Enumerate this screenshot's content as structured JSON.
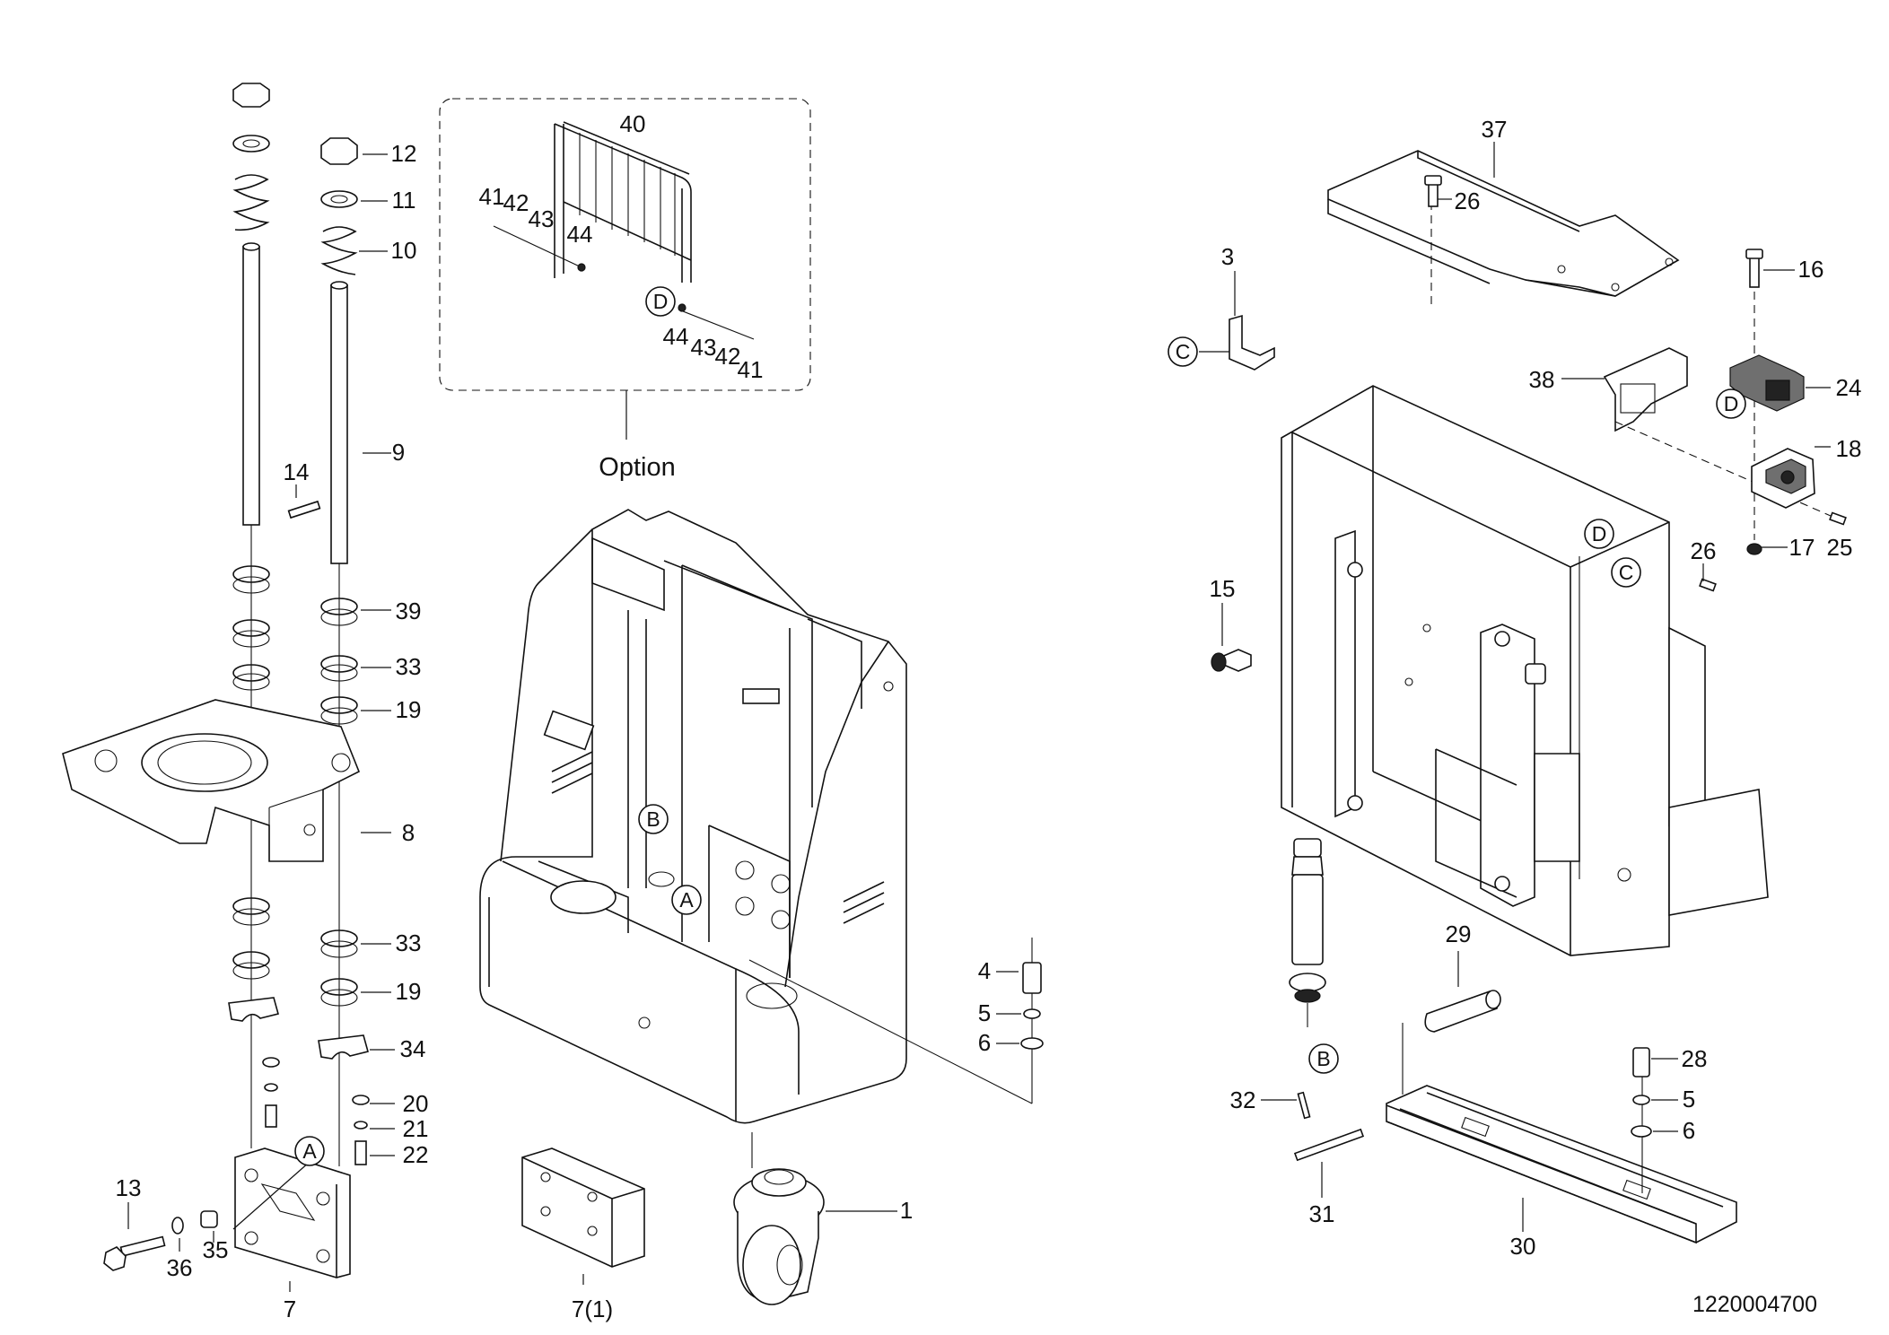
{
  "diagram": {
    "document_number": "1220004700",
    "option_caption": "Option",
    "part_labels": [
      "1",
      "3",
      "4",
      "5",
      "5",
      "6",
      "6",
      "7",
      "7(1)",
      "8",
      "9",
      "10",
      "11",
      "12",
      "13",
      "14",
      "15",
      "16",
      "17",
      "18",
      "19",
      "19",
      "20",
      "21",
      "22",
      "24",
      "25",
      "26",
      "26",
      "28",
      "29",
      "30",
      "31",
      "32",
      "33",
      "33",
      "34",
      "35",
      "36",
      "37",
      "38",
      "39",
      "40",
      "41",
      "42",
      "43",
      "44",
      "44",
      "43",
      "42",
      "41"
    ],
    "reference_letters": [
      "A",
      "A",
      "B",
      "B",
      "C",
      "C",
      "D",
      "D"
    ]
  }
}
